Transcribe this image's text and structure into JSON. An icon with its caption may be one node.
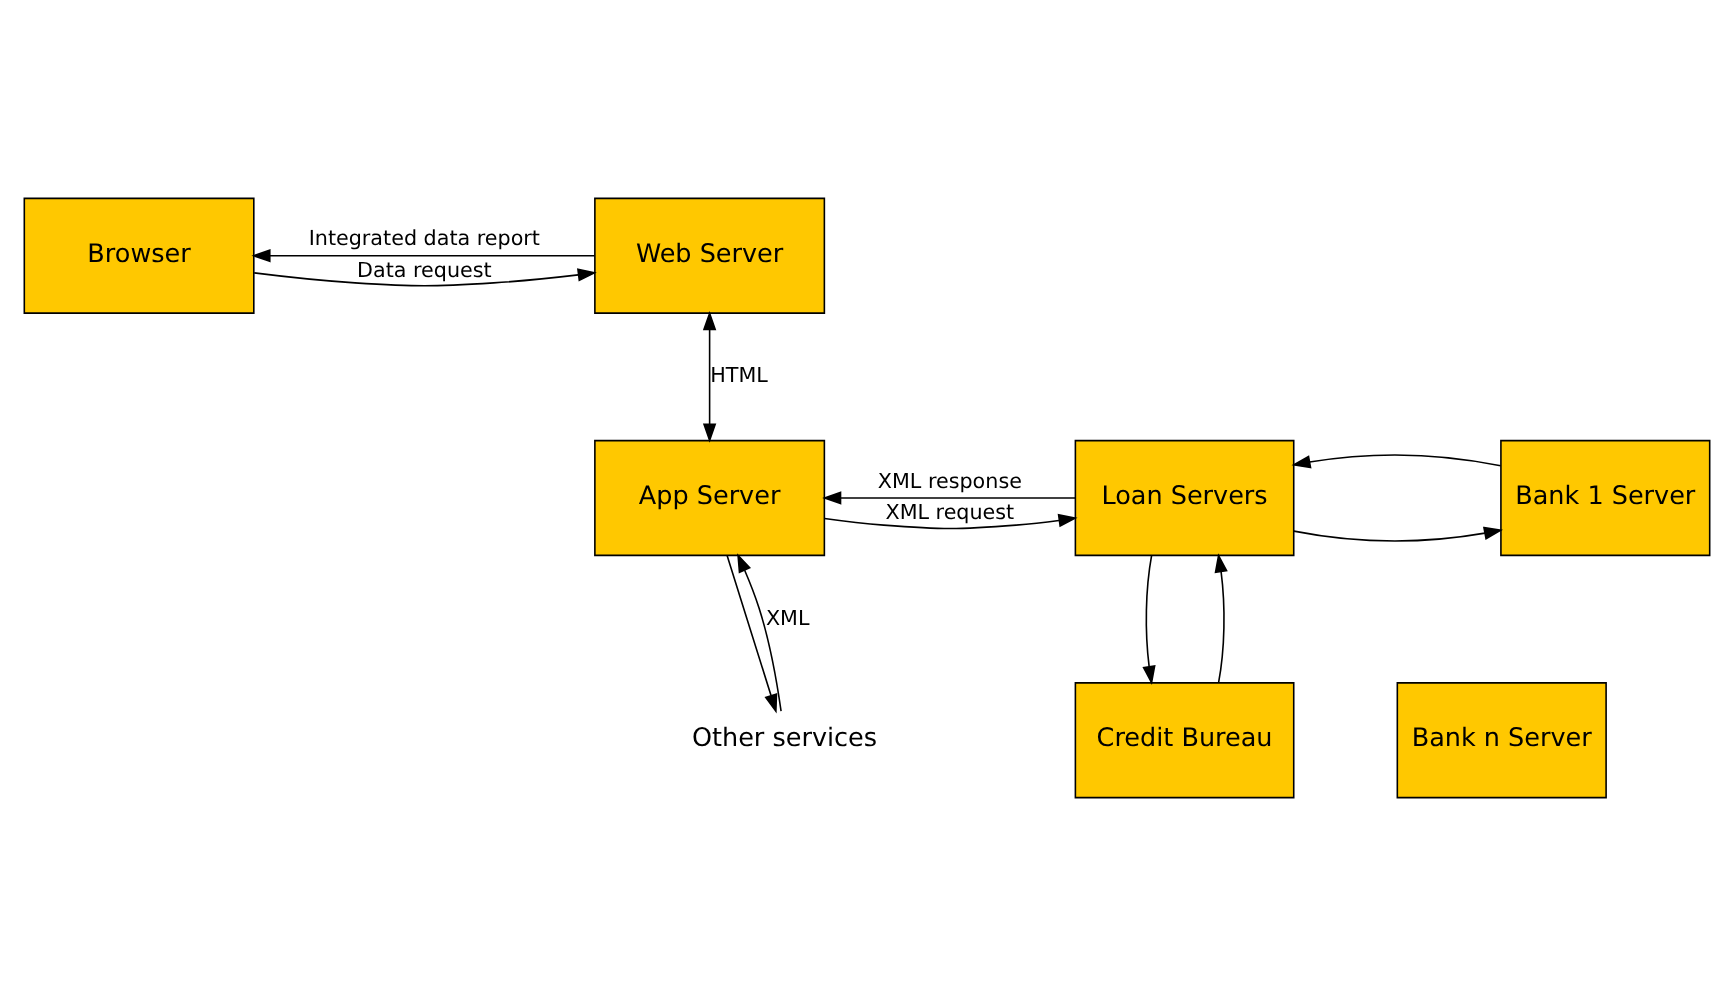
{
  "diagram": {
    "nodes": [
      {
        "text": [
          "Browser"
        ]
      },
      {
        "text": [
          "Web Server"
        ]
      },
      {
        "text": [
          "Bank 1 Server"
        ]
      },
      {
        "text": [
          "Loan Servers"
        ]
      },
      {
        "text": [
          "App Server"
        ]
      },
      {
        "text": [
          "Bank n Server"
        ]
      },
      {
        "text": [
          "Credit Bureau"
        ]
      },
      {
        "text": [
          "Other services"
        ]
      }
    ],
    "edges": [
      {
        "from": 0,
        "to": 1,
        "arrow": "to",
        "label": "Data request"
      },
      {
        "from": 1,
        "to": 0,
        "arrow": "to",
        "label": "Integrated data report"
      },
      {
        "from": 1,
        "to": 4,
        "arrow": "both",
        "label": "HTML"
      },
      {
        "from": 4,
        "to": 3,
        "arrow": "to",
        "label": "XML request"
      },
      {
        "from": 3,
        "to": 4,
        "arrow": "to",
        "label": "XML response"
      },
      {
        "from": 3,
        "to": 2,
        "arrow": "to"
      },
      {
        "from": 2,
        "to": 3,
        "arrow": "to"
      },
      {
        "from": 3,
        "to": 6,
        "arrow": "to"
      },
      {
        "from": 6,
        "to": 3,
        "arrow": "to"
      },
      {
        "from": 4,
        "to": 7,
        "arrow": "to"
      },
      {
        "from": 7,
        "to": 4,
        "arrow": "to",
        "label": "XML"
      }
    ]
  }
}
